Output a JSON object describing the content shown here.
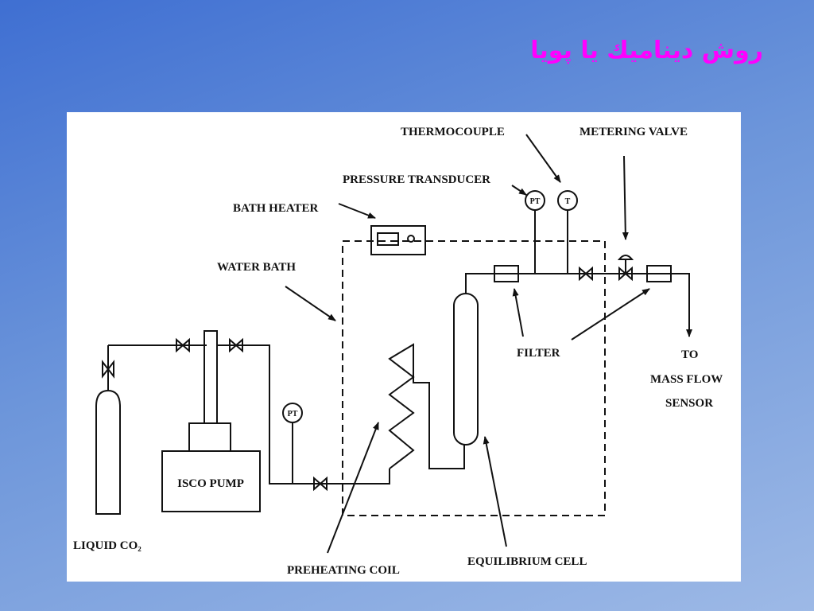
{
  "slide": {
    "title": "روش دیناميك يا پويا"
  },
  "diagram": {
    "labels": {
      "thermocouple": "THERMOCOUPLE",
      "metering_valve": "METERING VALVE",
      "pressure_transducer": "PRESSURE TRANSDUCER",
      "bath_heater": "BATH HEATER",
      "water_bath": "WATER BATH",
      "filter": "FILTER",
      "to": "TO",
      "mass_flow": "MASS FLOW",
      "sensor": "SENSOR",
      "isco_pump": "ISCO PUMP",
      "liquid_co2": "LIQUID CO₂",
      "preheating_coil": "PREHEATING COIL",
      "equilibrium_cell": "EQUILIBRIUM CELL"
    },
    "gauges": {
      "pt": "PT",
      "t": "T"
    }
  }
}
